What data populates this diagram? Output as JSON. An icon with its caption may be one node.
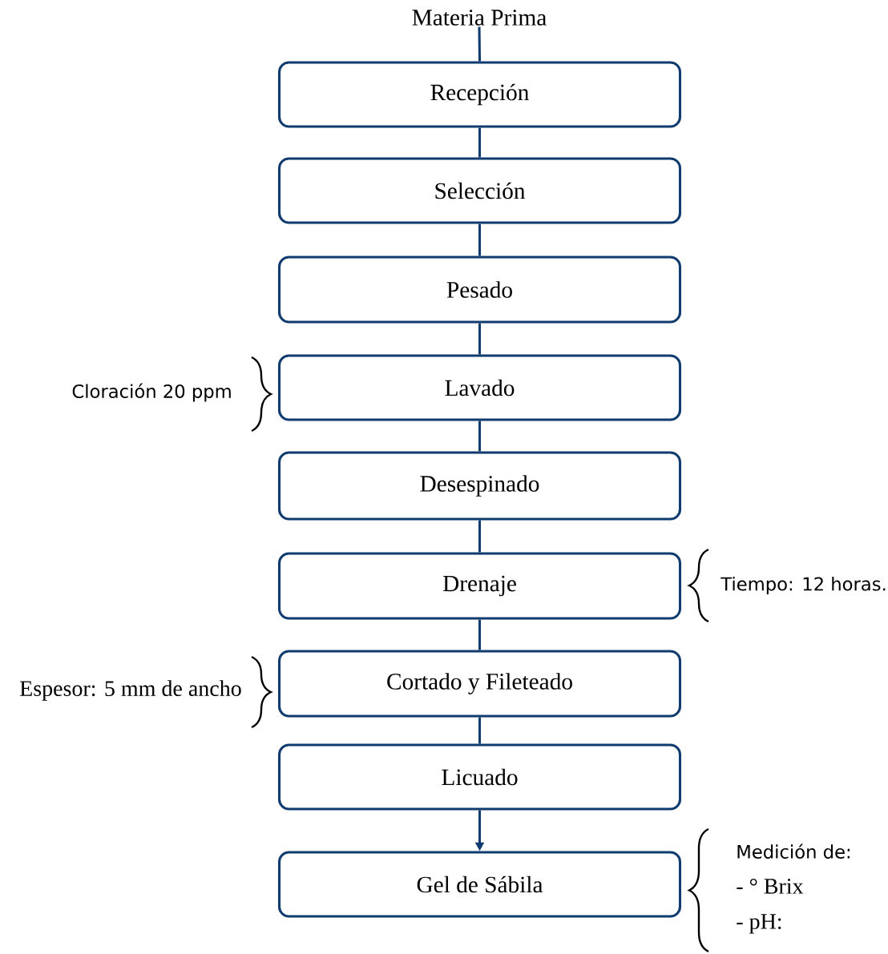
{
  "diagram": {
    "nodes": [
      {
        "text": [
          "Materia Prima"
        ]
      },
      {
        "text": [
          "Recepción"
        ]
      },
      {
        "text": [
          "Selección"
        ]
      },
      {
        "text": [
          "Pesado"
        ]
      },
      {
        "text": [
          "Lavado"
        ],
        "beside": [
          "Cloración 20 ppm"
        ]
      },
      {
        "text": [
          "Desespinado"
        ]
      },
      {
        "text": [
          "Drenaje"
        ],
        "beside": [
          "Tiempo: 12 horas."
        ]
      },
      {
        "text": [
          "Cortado y Fileteado"
        ],
        "beside": [
          "Espesor: 5 mm de ancho"
        ]
      },
      {
        "text": [
          "Licuado"
        ]
      },
      {
        "text": [
          "Gel de Sábila"
        ],
        "beside": [
          "Medición de:",
          "- ° Brix",
          "- pH:"
        ]
      }
    ],
    "edges": [
      {
        "from": 0,
        "to": 1,
        "arrow": "none"
      },
      {
        "from": 1,
        "to": 2,
        "arrow": "none"
      },
      {
        "from": 2,
        "to": 3,
        "arrow": "none"
      },
      {
        "from": 3,
        "to": 4,
        "arrow": "none"
      },
      {
        "from": 4,
        "to": 5,
        "arrow": "none"
      },
      {
        "from": 5,
        "to": 6,
        "arrow": "none"
      },
      {
        "from": 6,
        "to": 7,
        "arrow": "none"
      },
      {
        "from": 7,
        "to": 8,
        "arrow": "none"
      },
      {
        "from": 8,
        "to": 9,
        "arrow": "to"
      }
    ]
  }
}
